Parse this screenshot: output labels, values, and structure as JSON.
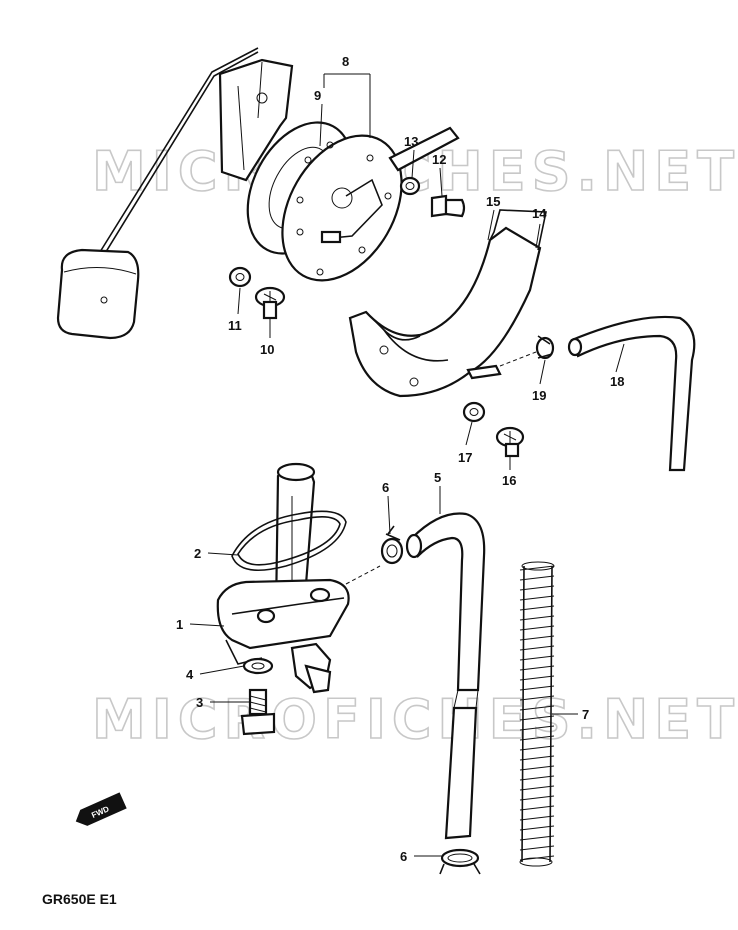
{
  "diagram": {
    "watermark_text": "MICROFICHES.NET",
    "model_code": "GR650E E1",
    "fwd_badge": "FWD",
    "labels": {
      "l1": "1",
      "l2": "2",
      "l3": "3",
      "l4": "4",
      "l5": "5",
      "l6a": "6",
      "l6b": "6",
      "l7": "7",
      "l8": "8",
      "l9": "9",
      "l10": "10",
      "l11": "11",
      "l12": "12",
      "l13": "13",
      "l14": "14",
      "l15": "15",
      "l16": "16",
      "l17": "17",
      "l18": "18",
      "l19": "19"
    }
  }
}
